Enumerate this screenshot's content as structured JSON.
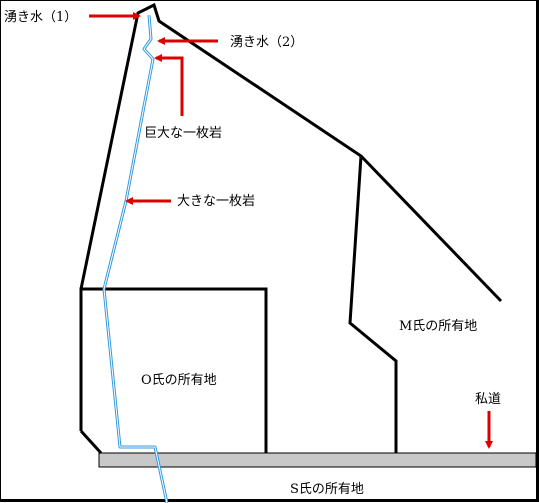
{
  "labels": {
    "spring1": "湧き水（1）",
    "spring2": "湧き水（2）",
    "giant_rock": "巨大な一枚岩",
    "big_rock": "大きな一枚岩",
    "m_property": "M氏の所有地",
    "o_property": "O氏の所有地",
    "private_road": "私道",
    "s_property": "S氏の所有地"
  },
  "colors": {
    "outline": "#000000",
    "stream": "#3399dd",
    "arrow": "#dd0000",
    "road": "#c8c8c8",
    "road_edge": "#000000"
  }
}
